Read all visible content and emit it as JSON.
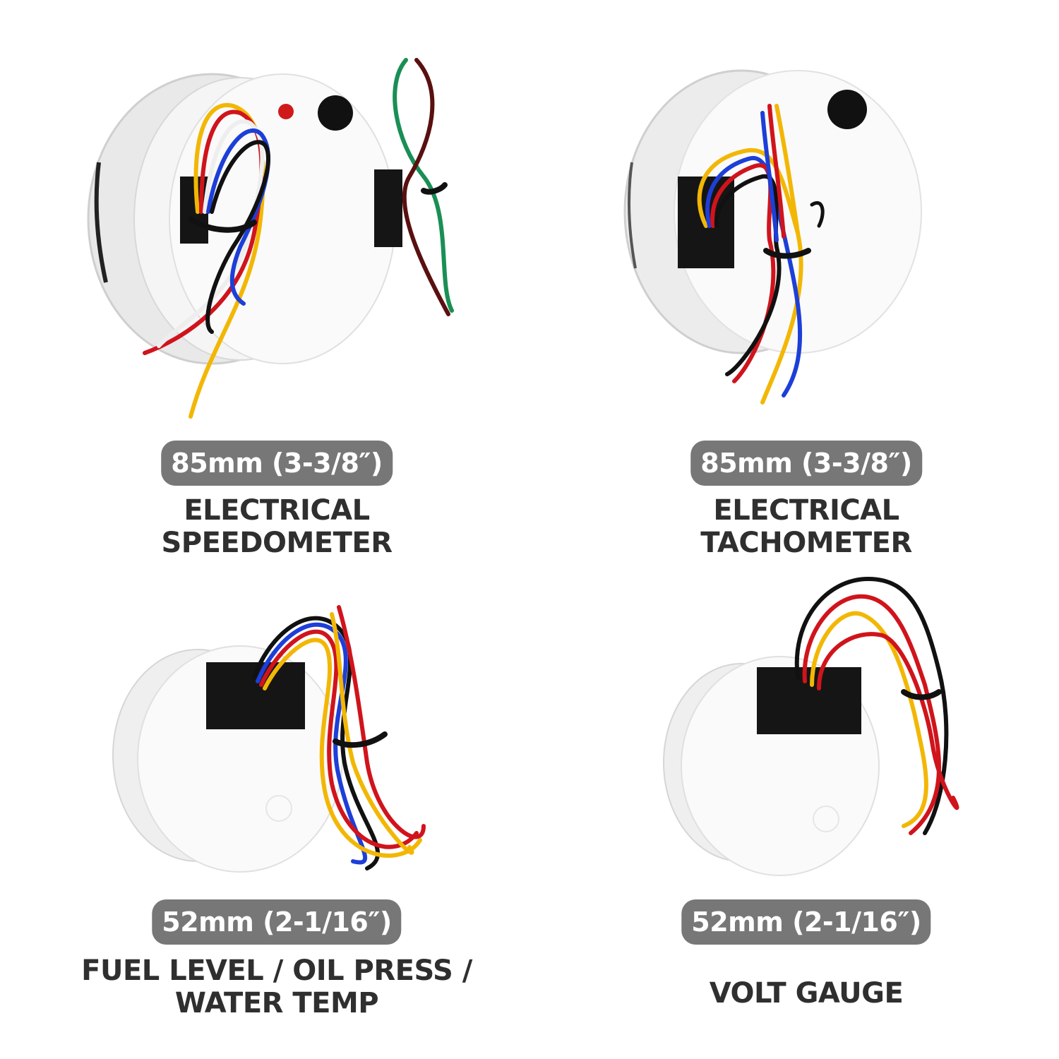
{
  "products": [
    {
      "size": "85mm (3-3/8″)",
      "title_lines": [
        "ELECTRICAL",
        "SPEEDOMETER"
      ]
    },
    {
      "size": "85mm (3-3/8″)",
      "title_lines": [
        "ELECTRICAL",
        "TACHOMETER"
      ]
    },
    {
      "size": "52mm (2-1/16″)",
      "title_lines": [
        "FUEL LEVEL ∕ OIL PRESS ∕",
        "WATER TEMP"
      ]
    },
    {
      "size": "52mm (2-1/16″)",
      "title_lines": [
        "VOLT GAUGE"
      ]
    }
  ],
  "colors": {
    "badge_bg": "#777777",
    "badge_text": "#ffffff",
    "caption_text": "#2f2f2f",
    "gauge_body": "#f4f4f4",
    "wire_red": "#d0141c",
    "wire_yellow": "#f2b705",
    "wire_blue": "#1d3fd8",
    "wire_black": "#111111",
    "wire_green": "#1a8f55",
    "wire_brown": "#5a1010",
    "wire_white": "#eeeeee"
  }
}
